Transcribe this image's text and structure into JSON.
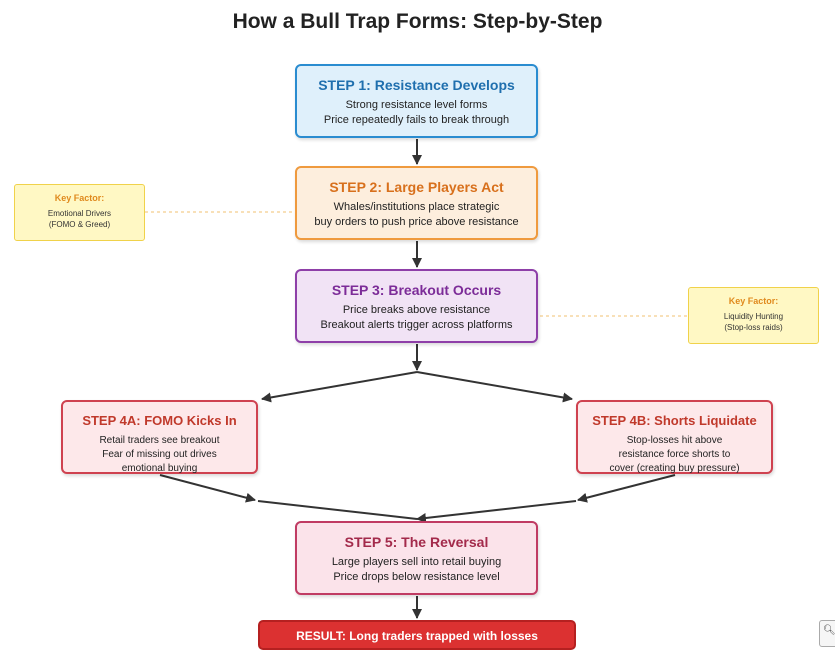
{
  "title": "How a Bull Trap Forms: Step-by-Step",
  "steps": {
    "s1": {
      "heading": "STEP 1: Resistance Develops",
      "lines": [
        "Strong resistance level forms",
        "Price repeatedly fails to break through"
      ]
    },
    "s2": {
      "heading": "STEP 2: Large Players Act",
      "lines": [
        "Whales/institutions place strategic",
        "buy orders to push price above resistance"
      ]
    },
    "s3": {
      "heading": "STEP 3: Breakout Occurs",
      "lines": [
        "Price breaks above resistance",
        "Breakout alerts trigger across platforms"
      ]
    },
    "s4a": {
      "heading": "STEP 4A: FOMO Kicks In",
      "lines": [
        "Retail traders see breakout",
        "Fear of missing out drives",
        "emotional buying"
      ]
    },
    "s4b": {
      "heading": "STEP 4B: Shorts Liquidate",
      "lines": [
        "Stop-losses hit above",
        "resistance force shorts to",
        "cover (creating buy pressure)"
      ]
    },
    "s5": {
      "heading": "STEP 5: The Reversal",
      "lines": [
        "Large players sell into retail buying",
        "Price drops below resistance level"
      ]
    }
  },
  "result": "RESULT: Long traders trapped with losses",
  "key_factors": {
    "k1": {
      "label": "Key Factor:",
      "lines": [
        "Emotional Drivers",
        "(FOMO & Greed)"
      ]
    },
    "k2": {
      "label": "Key Factor:",
      "lines": [
        "Liquidity Hunting",
        "(Stop-loss raids)"
      ]
    }
  },
  "zoom_icon": "magnifier-icon"
}
